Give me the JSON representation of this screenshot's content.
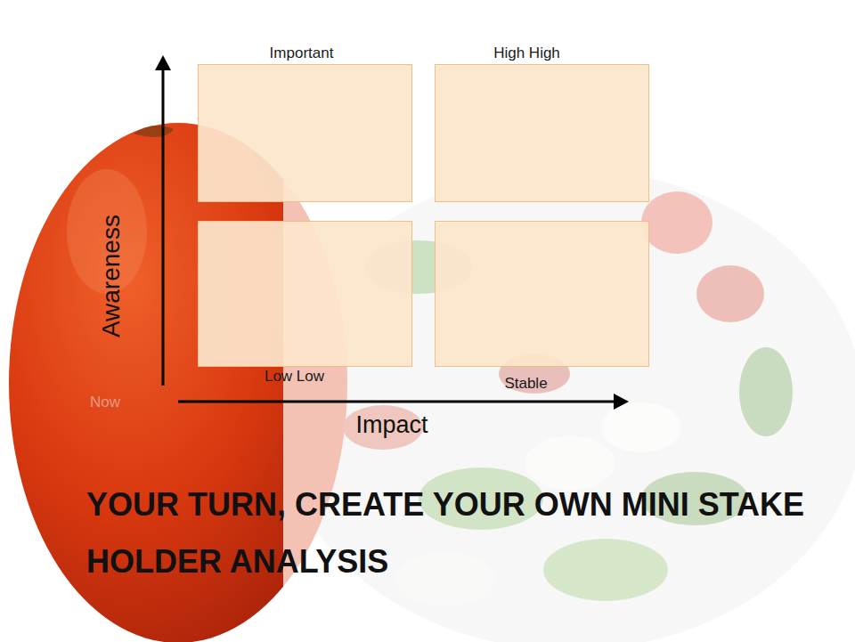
{
  "diagram": {
    "title": "YOUR TURN, CREATE YOUR OWN MINI STAKE HOLDER ANALYSIS",
    "nodes": [
      {
        "text": [
          "Important"
        ]
      },
      {
        "text": [
          "High High"
        ]
      },
      {
        "text": [
          "Low Low"
        ]
      },
      {
        "text": [
          "Stable"
        ]
      }
    ],
    "labels": [
      "Awareness",
      "Impact",
      "Now"
    ]
  }
}
